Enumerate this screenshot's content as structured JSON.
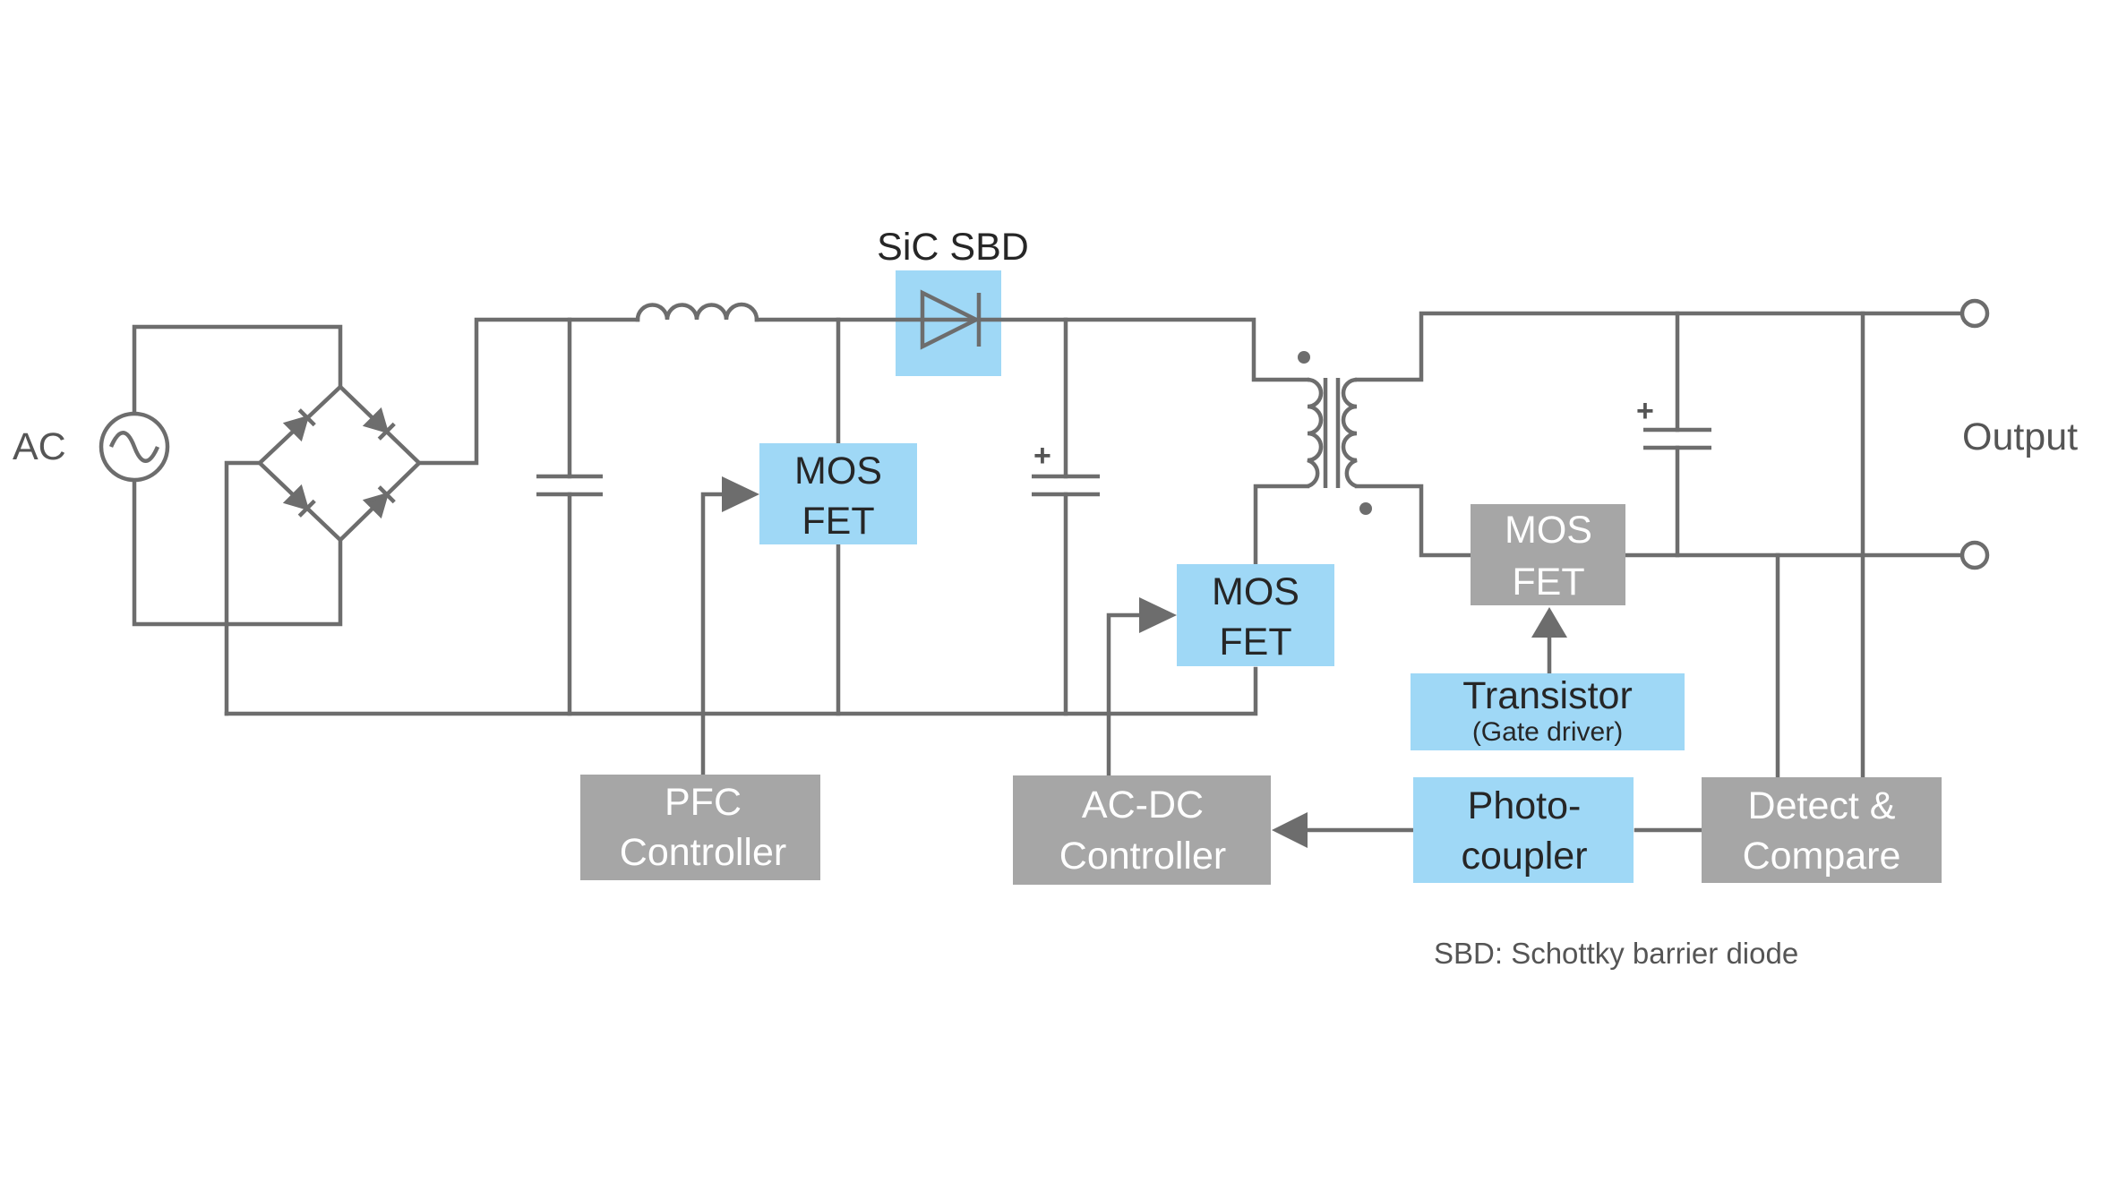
{
  "source": {
    "label": "AC"
  },
  "output": {
    "label": "Output"
  },
  "sic_sbd": {
    "label": "SiC SBD"
  },
  "pfc_mosfet": {
    "line1": "MOS",
    "line2": "FET"
  },
  "acdc_mosfet": {
    "line1": "MOS",
    "line2": "FET"
  },
  "secondary_mosfet": {
    "line1": "MOS",
    "line2": "FET"
  },
  "transistor": {
    "line1": "Transistor",
    "line2": "(Gate driver)"
  },
  "pfc_controller": {
    "line1": "PFC",
    "line2": "Controller"
  },
  "acdc_controller": {
    "line1": "AC-DC",
    "line2": "Controller"
  },
  "photocoupler": {
    "line1": "Photo-",
    "line2": "coupler"
  },
  "detect_compare": {
    "line1": "Detect &",
    "line2": "Compare"
  },
  "capacitor_polarity": "+",
  "footnote": "SBD: Schottky barrier diode",
  "colors": {
    "wire": "#6d6d6d",
    "highlight_block": "#9fd8f6",
    "gray_block": "#a6a6a6",
    "dark_text": "#262626",
    "light_text": "#ffffff"
  }
}
